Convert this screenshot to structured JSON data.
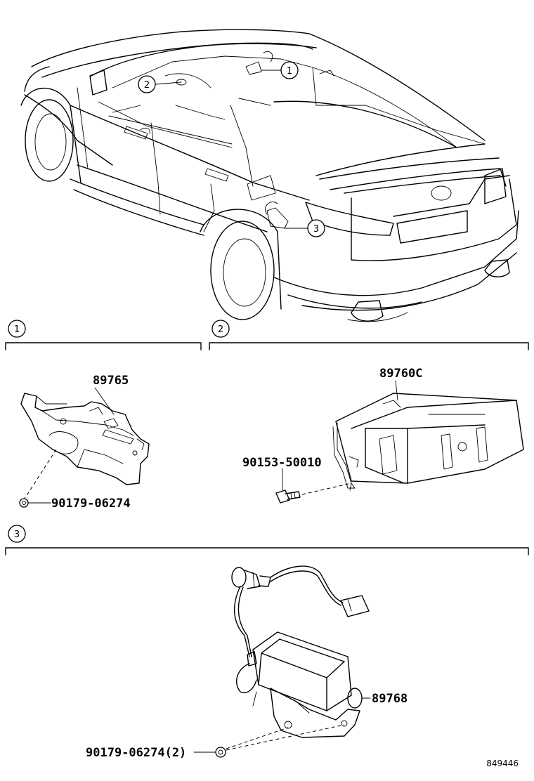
{
  "callouts": [
    "1",
    "2",
    "3"
  ],
  "parts": {
    "p89765": "89765",
    "p90179a": "90179-06274",
    "p89760c": "89760C",
    "p90153": "90153-50010",
    "p89768": "89768",
    "p90179b": "90179-06274(2)"
  },
  "diagram_id": "849446"
}
